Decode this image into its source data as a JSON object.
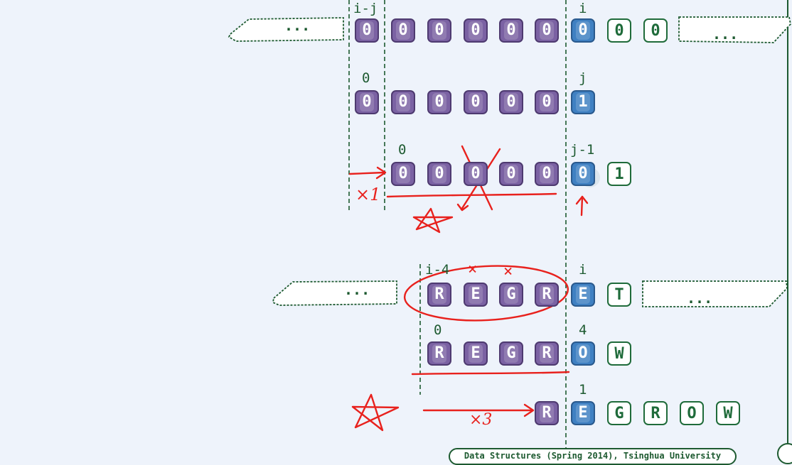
{
  "colors": {
    "background": "#eef3fb",
    "compared_cell": "#7b62a3",
    "current_cell": "#3f80c2",
    "pending_cell_border": "#1f6b3a",
    "label_text": "#1d5a30",
    "annotation": "#e8211d"
  },
  "row1": {
    "label_left": "i-j",
    "label_right": "i",
    "cells": [
      "0",
      "0",
      "0",
      "0",
      "0",
      "0",
      "0",
      "0",
      "0"
    ],
    "ellipsis_left": "...",
    "ellipsis_right": "..."
  },
  "row2": {
    "label_left": "0",
    "label_right": "j",
    "cells": [
      "0",
      "0",
      "0",
      "0",
      "0",
      "0",
      "1"
    ]
  },
  "row3": {
    "label_left": "0",
    "label_right": "j-1",
    "cells": [
      "0",
      "0",
      "0",
      "0",
      "0",
      "0",
      "1"
    ]
  },
  "row4": {
    "label_left": "i-4",
    "label_right": "i",
    "cells": [
      "R",
      "E",
      "G",
      "R",
      "E",
      "T"
    ],
    "ellipsis_left": "...",
    "ellipsis_right": "..."
  },
  "row5": {
    "label_left": "0",
    "label_right": "4",
    "cells": [
      "R",
      "E",
      "G",
      "R",
      "O",
      "W"
    ]
  },
  "row6": {
    "label_right": "1",
    "cells": [
      "R",
      "E",
      "G",
      "R",
      "O",
      "W"
    ]
  },
  "annotations": {
    "shift_one": "×1",
    "shift_three": "×3",
    "mark": "×"
  },
  "footer": "Data Structures (Spring 2014), Tsinghua University"
}
